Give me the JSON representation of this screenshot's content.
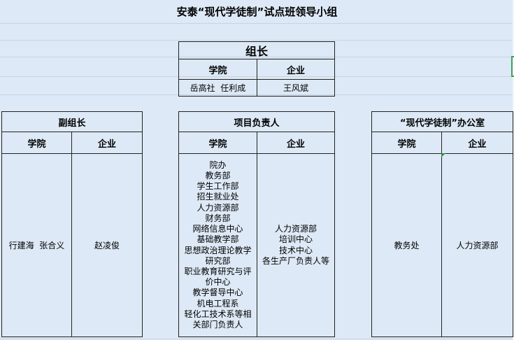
{
  "title": "安泰“现代学徒制”试点班领导小组",
  "leader": {
    "heading": "组长",
    "col_school": "学院",
    "col_company": "企业",
    "school_names": "岳高社  任利成",
    "company_names": "王风斌"
  },
  "deputy": {
    "heading": "副组长",
    "col_school": "学院",
    "col_company": "企业",
    "school_names": "行建海  张合义",
    "company_names": "赵凌俊"
  },
  "project": {
    "heading": "项目负责人",
    "col_school": "学院",
    "col_company": "企业",
    "school_lines": [
      "院办",
      "教务部",
      "学生工作部",
      "招生就业处",
      "人力资源部",
      "财务部",
      "网络信息中心",
      "基础教学部",
      "思想政治理论教学",
      "研究部",
      "职业教育研究与评",
      "价中心",
      "教学督导中心",
      "机电工程系",
      "轻化工技术系等相",
      "关部门负责人"
    ],
    "company_lines": [
      "人力资源部",
      "培训中心",
      "技术中心",
      "各生产厂负责人等"
    ]
  },
  "office": {
    "heading": "“现代学徒制”办公室",
    "col_school": "学院",
    "col_company": "企业",
    "school_names": "教务处",
    "company_names": "人力资源部"
  },
  "colors": {
    "background": "#dde9f6",
    "border": "#222222",
    "accent": "#3aa05a"
  }
}
